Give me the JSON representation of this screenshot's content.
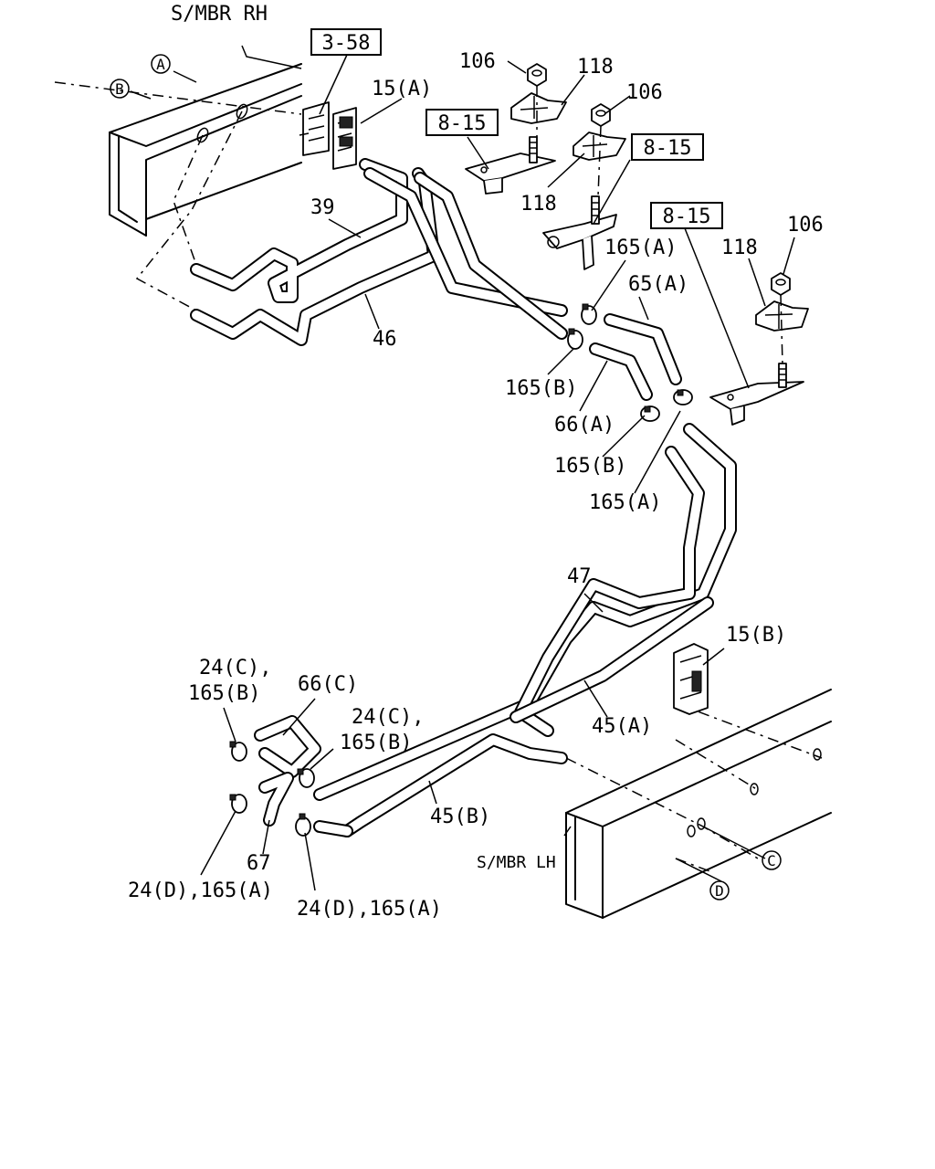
{
  "frame_labels": {
    "rh": "S/MBR RH",
    "lh": "S/MBR LH"
  },
  "circle_refs": {
    "a": "A",
    "b": "B",
    "c": "C",
    "d": "D"
  },
  "ref_boxes": {
    "r358": "3-58",
    "r815a": "8-15",
    "r815b": "8-15",
    "r815c": "8-15"
  },
  "callouts": {
    "c106a": "106",
    "c118a": "118",
    "c106b": "106",
    "c118b": "118",
    "c106c": "106",
    "c118c": "118",
    "c15a": "15(A)",
    "c39": "39",
    "c46": "46",
    "c165a_top": "165(A)",
    "c65a": "65(A)",
    "c165b_mid": "165(B)",
    "c66a": "66(A)",
    "c165b_low": "165(B)",
    "c165a_low": "165(A)",
    "c47": "47",
    "c15b": "15(B)",
    "c45a": "45(A)",
    "c45b": "45(B)",
    "c24c_1a": "24(C),",
    "c24c_1b": "165(B)",
    "c66c": "66(C)",
    "c24c_2a": "24(C),",
    "c24c_2b": "165(B)",
    "c67": "67",
    "c24d_1": "24(D),165(A)",
    "c24d_2": "24(D),165(A)"
  }
}
